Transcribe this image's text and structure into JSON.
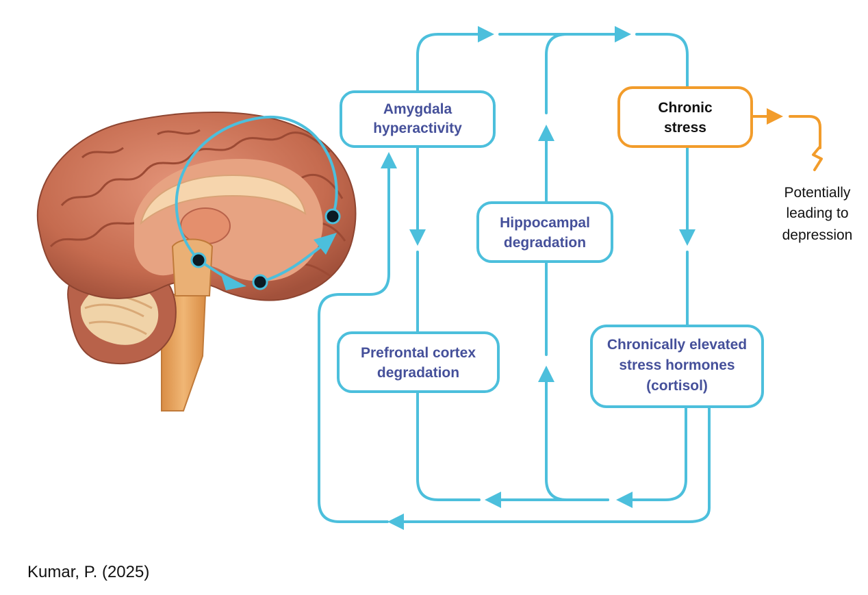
{
  "nodes": {
    "amygdala": {
      "line1": "Amygdala",
      "line2": "hyperactivity"
    },
    "chronic_stress": {
      "line1": "Chronic",
      "line2": "stress"
    },
    "hippocampal": {
      "line1": "Hippocampal",
      "line2": "degradation"
    },
    "prefrontal": {
      "line1": "Prefrontal cortex",
      "line2": "degradation"
    },
    "hormones": {
      "line1": "Chronically elevated",
      "line2": "stress hormones",
      "line3": "(cortisol)"
    }
  },
  "outcome": {
    "line1": "Potentially",
    "line2": "leading to",
    "line3": "depression"
  },
  "citation": "Kumar, P. (2025)",
  "colors": {
    "flow": "#4cbfdc",
    "stress": "#f29c2b",
    "node_text": "#45509a",
    "brain_outer": "#c0694c",
    "brain_inner": "#e8a684",
    "brainstem": "#e6a865"
  },
  "icons": [
    "brain-illustration",
    "lightning-bolt-icon"
  ]
}
